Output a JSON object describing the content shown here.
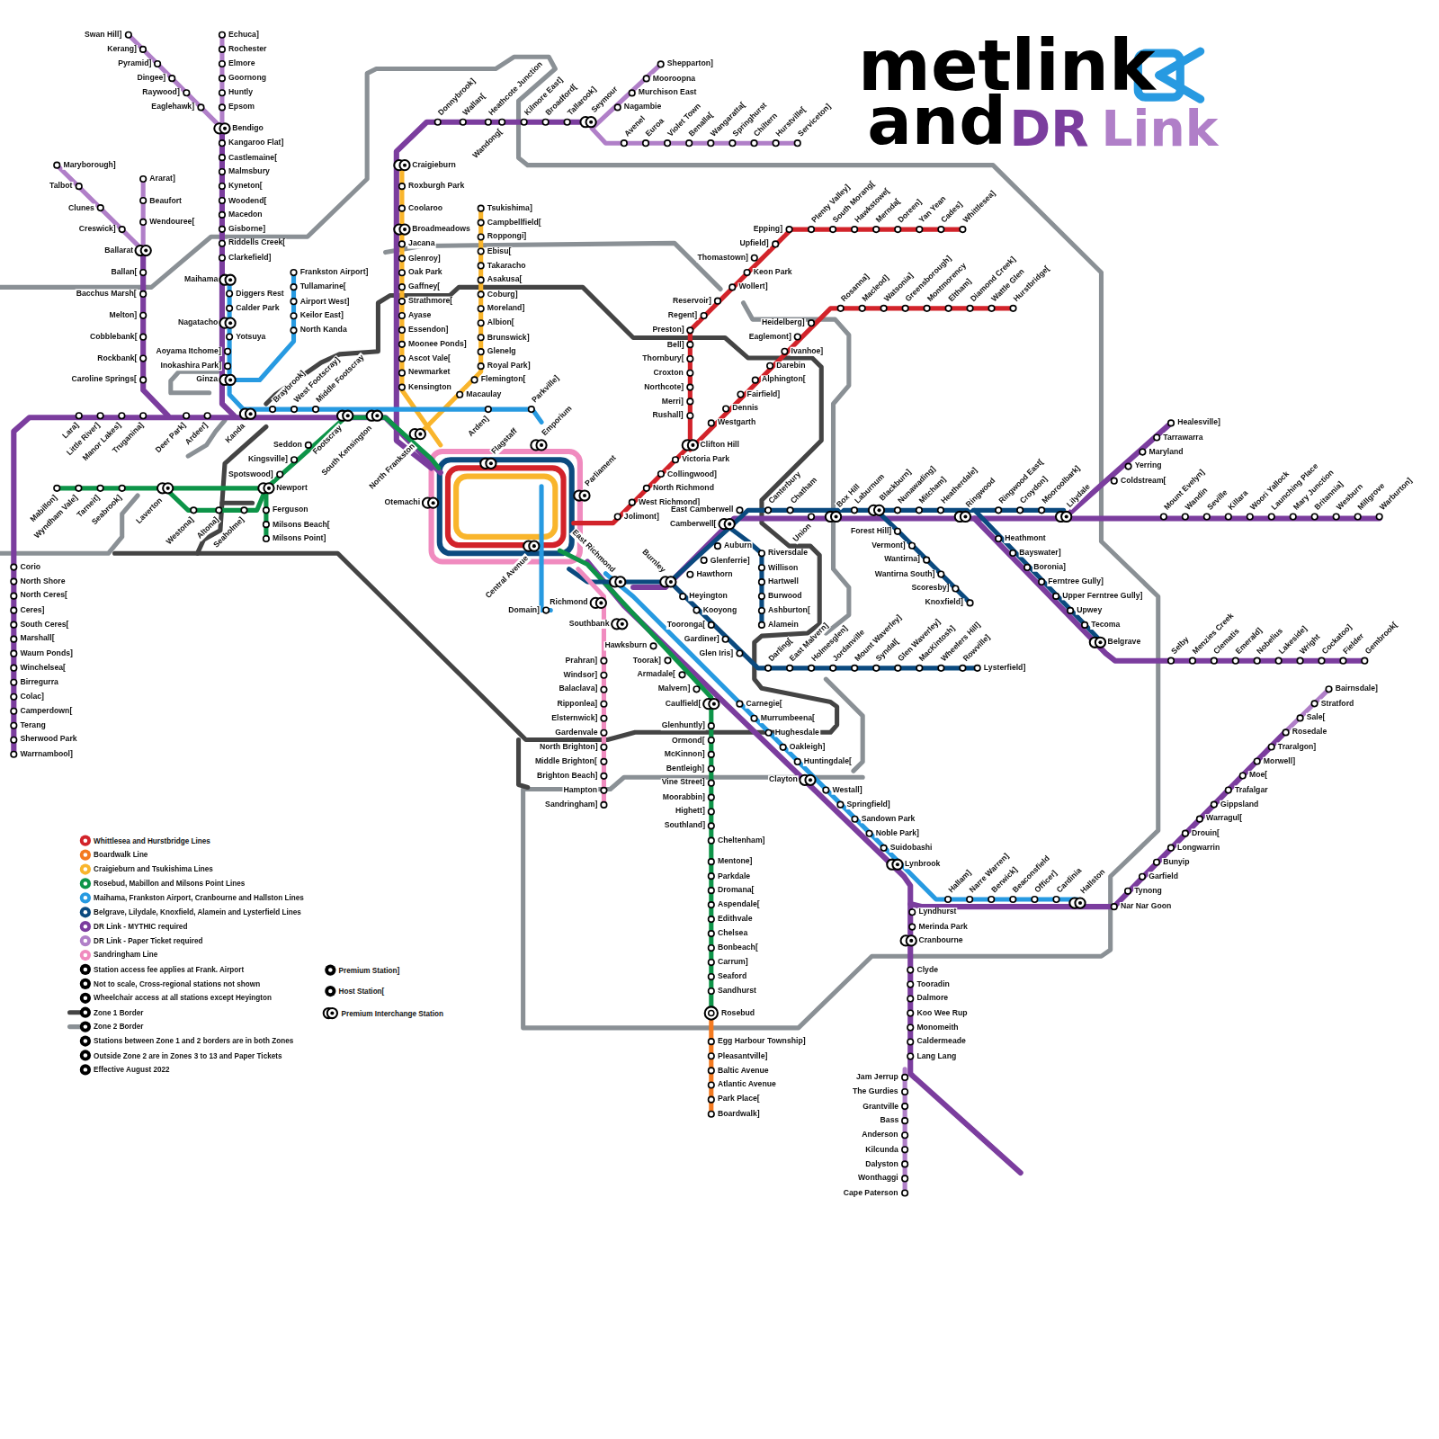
{
  "diagram": {
    "title": "metlink",
    "labels": [
      "and",
      "DR",
      "Link",
      "Swan Hill]",
      "Kerang]",
      "Pyramid]",
      "Dingee]",
      "Raywood]",
      "Eaglehawk]",
      "Echuca]",
      "Rochester",
      "Elmore",
      "Goornong",
      "Huntly",
      "Epsom",
      "Bendigo",
      "Kangaroo Flat]",
      "Castlemaine[",
      "Malmsbury",
      "Kyneton[",
      "Woodend[",
      "Macedon",
      "Gisborne]",
      "Riddells Creek[",
      "Clarkefield]",
      "Maihama",
      "Diggers Rest",
      "Calder Park",
      "Nagatacho",
      "Yotsuya",
      "Aoyama Itchome]",
      "Inokashira Park]",
      "Ginza",
      "Maryborough]",
      "Talbot",
      "Clunes",
      "Creswick]",
      "Ararat]",
      "Beaufort",
      "Wendouree[",
      "Ballarat",
      "Ballan[",
      "Bacchus Marsh[",
      "Melton]",
      "Cobblebank[",
      "Rockbank[",
      "Caroline Springs[",
      "Frankston Airport]",
      "Tullamarine[",
      "Airport West]",
      "Keilor East]",
      "North Kanda",
      "Lara]",
      "Little River]",
      "Manor Lakes]",
      "Truganina]",
      "Deer Park]",
      "Ardeer]",
      "Kanda",
      "Braybrook]",
      "West Footscray]",
      "Middle Footscray",
      "Corio",
      "North Shore",
      "North Ceres[",
      "Ceres]",
      "South Ceres[",
      "Marshall[",
      "Waurn Ponds]",
      "Winchelsea[",
      "Birregurra",
      "Colac]",
      "Camperdown[",
      "Terang",
      "Sherwood Park",
      "Warrnambool]",
      "Mabillon]",
      "Wyndham Vale]",
      "Tarneit]",
      "Seabrook]",
      "Laverton",
      "Westona]",
      "Altona]",
      "Seaholme]",
      "Newport",
      "Seddon",
      "Kingsville]",
      "Spotswood]",
      "Ferguson",
      "Milsons Beach[",
      "Milsons Point]",
      "Footscray",
      "South Kensington",
      "North Frankston",
      "Craigieburn",
      "Roxburgh Park",
      "Coolaroo",
      "Broadmeadows",
      "Jacana",
      "Glenroy]",
      "Oak Park",
      "Gaffney[",
      "Strathmore[",
      "Ayase",
      "Essendon]",
      "Moonee Ponds]",
      "Ascot Vale[",
      "Newmarket",
      "Kensington",
      "Tsukishima]",
      "Campbellfield[",
      "Roppongi]",
      "Ebisu[",
      "Takaracho",
      "Asakusa[",
      "Coburg]",
      "Moreland]",
      "Albion[",
      "Brunswick]",
      "Glenelg",
      "Royal Park]",
      "Flemington[",
      "Macaulay",
      "Donnybrook]",
      "Wallan[",
      "Heathcote Junction",
      "Wandong[",
      "Kilmore East]",
      "Broadford[",
      "Tallarook]",
      "Seymour",
      "Shepparton]",
      "Mooroopna",
      "Murchison East",
      "Nagambie",
      "Avenel",
      "Euroa",
      "Violet Town",
      "Benalla[",
      "Wangaratta[",
      "Springhurst",
      "Chiltern",
      "Hurstville[",
      "Serviceton]",
      "Epping]",
      "Plenty Valley]",
      "South Morang[",
      "Hawkstowe[",
      "Mernda[",
      "Doreen]",
      "Yan Yean",
      "Cades]",
      "Whittlesea]",
      "Upfield]",
      "Thomastown]",
      "Keon Park",
      "Wollert]",
      "Reservoir]",
      "Regent]",
      "Preston]",
      "Bell]",
      "Thornbury[",
      "Croxton",
      "Northcote]",
      "Merri]",
      "Rushall]",
      "Clifton Hill",
      "Victoria Park",
      "Collingwood]",
      "North Richmond",
      "West Richmond]",
      "Jolimont]",
      "Rosanna]",
      "Macleod]",
      "Watsonia]",
      "Greensborough]",
      "Montmorency",
      "Eltham]",
      "Diamond Creek]",
      "Wattle Glen",
      "Hurstbridge[",
      "Heidelberg]",
      "Eaglemont]",
      "Ivanhoe]",
      "Darebin",
      "Alphington[",
      "Fairfield]",
      "Dennis",
      "Westgarth",
      "Arden]",
      "Parkville]",
      "Flagstaff",
      "Emporium",
      "Otemachi",
      "Parliament",
      "Central Avenue",
      "Domain]",
      "Richmond",
      "East Richmond",
      "Burnley",
      "Southbank",
      "Hawksburn",
      "Toorak]",
      "Armadale[",
      "Malvern]",
      "Caulfield[",
      "Glenhuntly]",
      "Ormond[",
      "McKinnon]",
      "Bentleigh]",
      "Vine Street]",
      "Moorabbin]",
      "Highett]",
      "Southland]",
      "Cheltenham]",
      "Mentone]",
      "Parkdale",
      "Dromana[",
      "Aspendale[",
      "Edithvale",
      "Chelsea",
      "Bonbeach[",
      "Carrum]",
      "Seaford",
      "Sandhurst",
      "Rosebud",
      "Egg Harbour Township]",
      "Pleasantville]",
      "Baltic Avenue",
      "Atlantic Avenue",
      "Park Place[",
      "Boardwalk]",
      "Prahran]",
      "Windsor]",
      "Balaclava]",
      "Ripponlea]",
      "Elsternwick]",
      "Gardenvale",
      "North Brighton]",
      "Middle Brighton[",
      "Brighton Beach]",
      "Hampton",
      "Sandringham]",
      "Carnegie[",
      "Murrumbeena[",
      "Hughesdale",
      "Oakleigh]",
      "Huntingdale[",
      "Clayton",
      "Westall]",
      "Springfield]",
      "Sandown Park",
      "Noble Park]",
      "Suidobashi",
      "Lynbrook",
      "Hallam]",
      "Narre Warren]",
      "Berwick]",
      "Beaconsfield",
      "Officer]",
      "Cardinia",
      "Hallston",
      "Nar Nar Goon",
      "Tynong",
      "Garfield",
      "Bunyip",
      "Longwarrin",
      "Drouin[",
      "Warragul[",
      "Gippsland",
      "Trafalgar",
      "Moe[",
      "Morwell]",
      "Traralgon]",
      "Rosedale",
      "Sale[",
      "Stratford",
      "Bairnsdale]",
      "Lyndhurst",
      "Merinda Park",
      "Cranbourne",
      "Clyde",
      "Tooradin",
      "Dalmore",
      "Koo Wee Rup",
      "Monomeith",
      "Caldermeade",
      "Lang Lang",
      "Jam Jerrup",
      "The Gurdies",
      "Grantville",
      "Bass",
      "Anderson",
      "Kilcunda",
      "Dalyston",
      "Wonthaggi",
      "Cape Paterson",
      "Heyington",
      "Kooyong",
      "Tooronga[",
      "Gardiner]",
      "Glen Iris]",
      "Darling[",
      "East Malvern]",
      "Holmesglen]",
      "Jordanville",
      "Mount Waverley]",
      "Syndal[",
      "Glen Waverley]",
      "MacKintosh]",
      "Wheelers Hill]",
      "Rowville]",
      "Lysterfield]",
      "Auburn",
      "Glenferrie]",
      "Hawthorn",
      "Riversdale",
      "Willison",
      "Hartwell",
      "Burwood",
      "Ashburton[",
      "Alamein",
      "East Camberwell",
      "Camberwell[",
      "Canterbury",
      "Chatham",
      "Union",
      "Box Hill",
      "Laburnum",
      "Blackburn]",
      "Nunawading]",
      "Mitcham]",
      "Heatherdale]",
      "Ringwood",
      "Ringwood East[",
      "Croydon]",
      "Mooroolbark]",
      "Lilydale",
      "Forest Hill]",
      "Vermont]",
      "Wantirna]",
      "Wantirna South]",
      "Scoresby]",
      "Knoxfield]",
      "Heathmont",
      "Bayswater]",
      "Boronia]",
      "Ferntree Gully]",
      "Upper Ferntree Gully]",
      "Upwey",
      "Tecoma",
      "Belgrave",
      "Healesville]",
      "Tarrawarra",
      "Maryland",
      "Yerring",
      "Coldstream[",
      "Mount Evelyn]",
      "Wandin",
      "Seville",
      "Killara",
      "Woori Yallock",
      "Launching Place",
      "Mary Junction",
      "Britannia]",
      "Wesburn",
      "Millgrove",
      "Warburton]",
      "Selby",
      "Menzies Creek",
      "Clematis",
      "Emerald]",
      "Nobelius",
      "Lakeside]",
      "Wright",
      "Cockatoo]",
      "Fielder",
      "Gembrook["
    ],
    "legend": [
      {
        "text": "Whittlesea and Hurstbridge Lines",
        "color": "#d2232a"
      },
      {
        "text": "Boardwalk Line",
        "color": "#f47a20"
      },
      {
        "text": "Craigieburn and Tsukishima Lines",
        "color": "#f9b52c"
      },
      {
        "text": "Rosebud, Mabillon and Milsons Point Lines",
        "color": "#0d9448"
      },
      {
        "text": "Maihama, Frankston Airport, Cranbourne and Hallston Lines",
        "color": "#279ae1"
      },
      {
        "text": "Belgrave, Lilydale, Knoxfield, Alamein and Lysterfield Lines",
        "color": "#0b4a7f"
      },
      {
        "text": "DR Link - MYTHIC required",
        "color": "#7b3d9e"
      },
      {
        "text": "DR Link - Paper Ticket required",
        "color": "#b07fc8"
      },
      {
        "text": "Sandringham Line",
        "color": "#f08bbf"
      },
      {
        "text": "Station access fee applies at Frank. Airport"
      },
      {
        "text": "Not to scale, Cross-regional stations not shown"
      },
      {
        "text": "Wheelchair access at all stations except Heyington"
      },
      {
        "text": "Zone 1 Border"
      },
      {
        "text": "Zone 2 Border"
      },
      {
        "text": "Stations between Zone 1 and 2 borders are in both Zones"
      },
      {
        "text": "Outside Zone 2 are in Zones 3 to 13 and Paper Tickets"
      },
      {
        "text": "Effective August 2022"
      },
      {
        "text": "Premium Station]"
      },
      {
        "text": "Host Station["
      },
      {
        "text": "Premium Interchange Station"
      }
    ]
  }
}
